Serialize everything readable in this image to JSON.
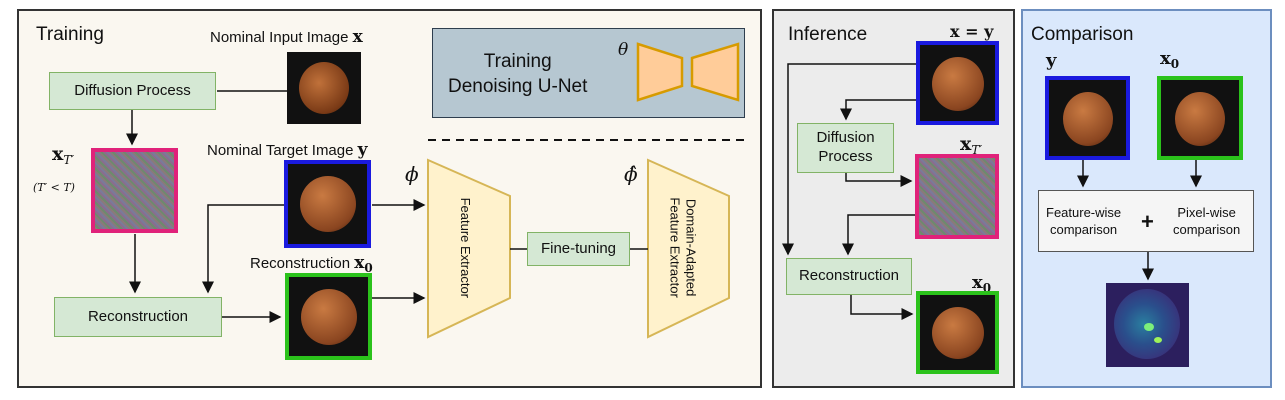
{
  "training": {
    "title": "Training",
    "nominal_input_label": "Nominal Input Image",
    "nominal_input_sym": "x",
    "diffusion_process": "Diffusion Process",
    "xt_sym": "x",
    "xt_sub": "T′",
    "xt_cond": "(T′ < T)",
    "nominal_target_label": "Nominal Target Image",
    "nominal_target_sym": "y",
    "reconstruction_label": "Reconstruction",
    "x0_sym": "x",
    "x0_sub": "0",
    "reconstruction_box": "Reconstruction",
    "unet_box": {
      "line1": "Training",
      "line2": "Denoising U-Net",
      "theta": "θ"
    },
    "phi": "ϕ",
    "phi_hat": "ϕ̂",
    "feature_extractor": "Feature Extractor",
    "fine_tuning": "Fine-tuning",
    "domain_adapted": {
      "line1": "Domain-Adapted",
      "line2": "Feature Extractor"
    }
  },
  "inference": {
    "title": "Inference",
    "xy_sym": "x = y",
    "diffusion_process": {
      "line1": "Diffusion",
      "line2": "Process"
    },
    "xt_sym": "x",
    "xt_sub": "T′",
    "reconstruction": "Reconstruction",
    "x0_sym": "x",
    "x0_sub": "0"
  },
  "comparison": {
    "title": "Comparison",
    "y_sym": "y",
    "x0_sym": "x",
    "x0_sub": "0",
    "feature_wise": {
      "line1": "Feature-wise",
      "line2": "comparison"
    },
    "plus": "+",
    "pixel_wise": {
      "line1": "Pixel-wise",
      "line2": "comparison"
    }
  },
  "colors": {
    "blue_frame": "#1a1adf",
    "green_frame": "#2bc21b",
    "pink_frame": "#e0227a",
    "box_green": "#d5e8d4",
    "extractor_fill": "#fff2cc",
    "extractor_stroke": "#d6b656",
    "unet_fill": "#ffcc99",
    "unet_stroke": "#d79b00"
  }
}
